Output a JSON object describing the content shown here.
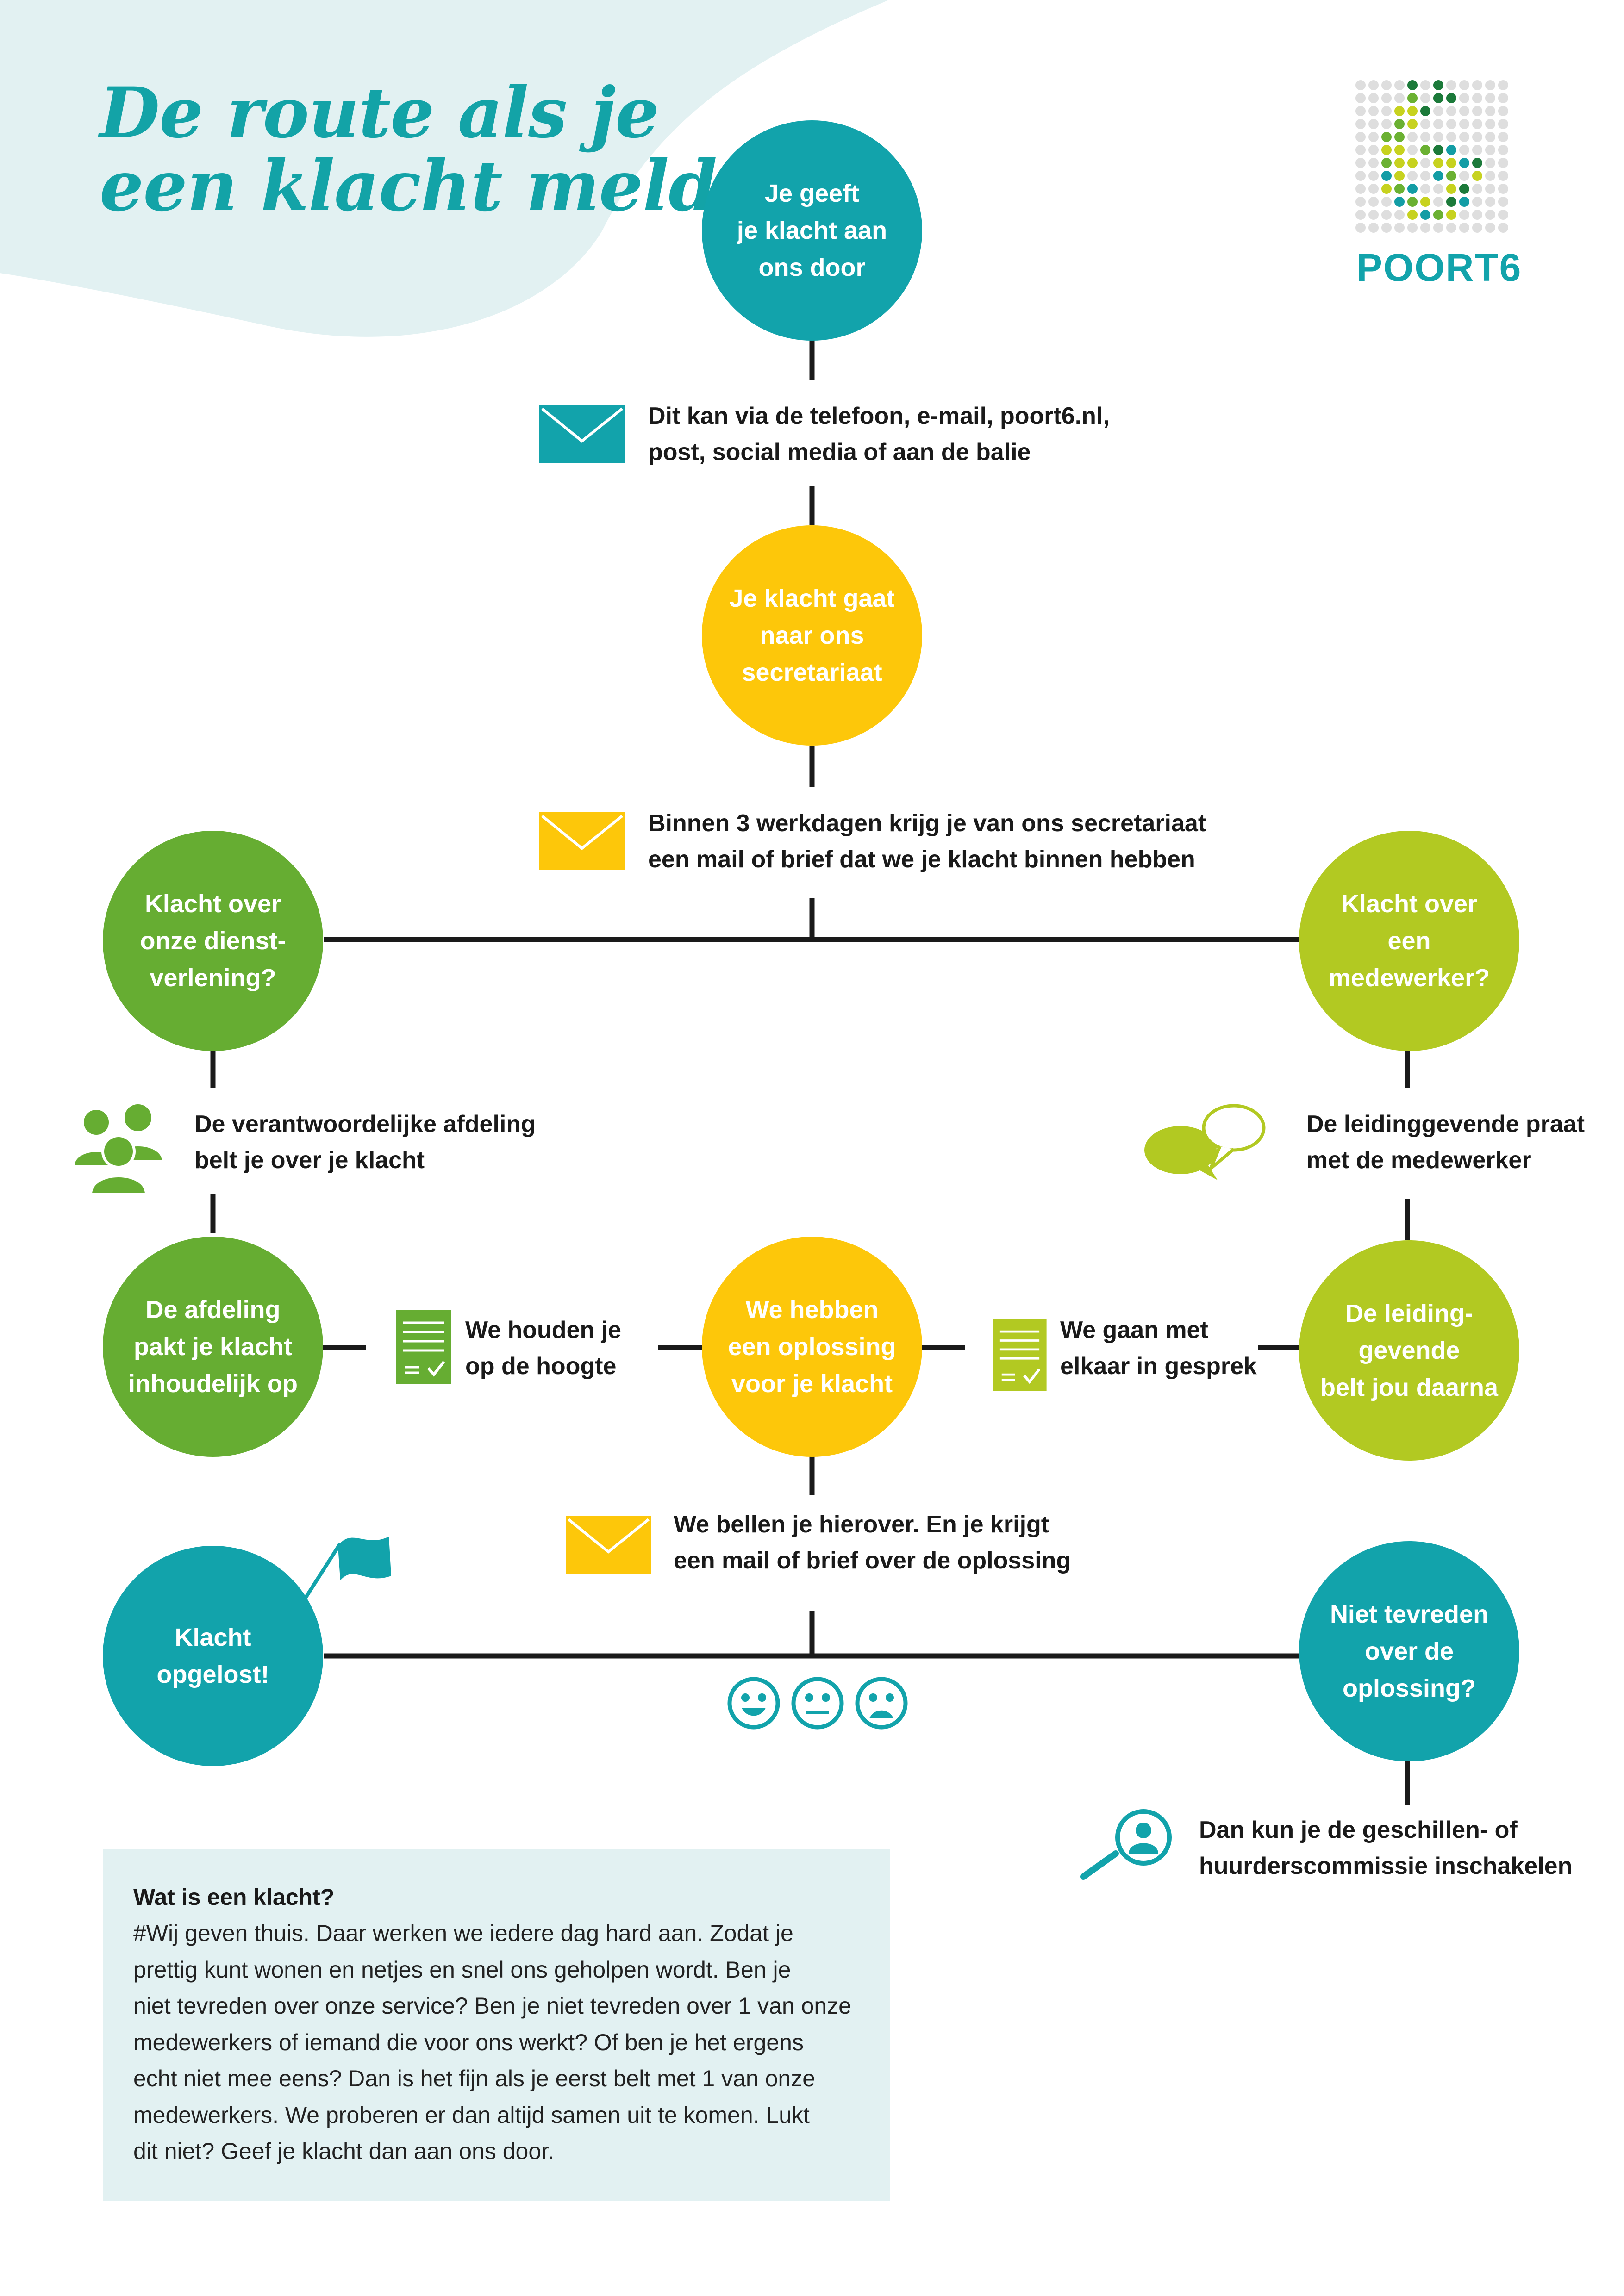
{
  "title": {
    "line1": "De route als je",
    "line2": "een klacht meldt"
  },
  "logo": {
    "name": "POORT6",
    "dot_colors": [
      "#dedede",
      "#c7d21f",
      "#6bb132",
      "#139da5",
      "#1c7a3a"
    ]
  },
  "colors": {
    "teal": "#12a3ab",
    "yellow": "#fdc70a",
    "green": "#66ad32",
    "lime": "#b2c922",
    "line": "#1a1a1a",
    "info_bg": "#e2f1f2"
  },
  "nodes": {
    "start": "Je geeft\nje klacht aan\nons door",
    "secretariaat": "Je klacht gaat\nnaar ons\nsecretariaat",
    "dienstverlening": "Klacht over\nonze dienst-\nverlening?",
    "medewerker": "Klacht over\neen\nmedewerker?",
    "afdeling": "De afdeling\npakt je klacht\ninhoudelijk op",
    "oplossing": "We hebben\neen oplossing\nvoor je klacht",
    "leidinggevende": "De leiding-\ngevende\nbelt jou daarna",
    "opgelost": "Klacht\nopgelost!",
    "niet_tevreden": "Niet tevreden\nover de\noplossing?"
  },
  "steps": {
    "contact": "Dit kan via de telefoon, e-mail, poort6.nl,\npost, social media of aan de balie",
    "bevestiging": "Binnen 3 werkdagen krijg je van ons secretariaat\neen mail of brief dat we je klacht binnen hebben",
    "afdeling_belt": "De verantwoordelijke afdeling\nbelt je over je klacht",
    "leiding_praat": "De leidinggevende praat\nmet de medewerker",
    "hoogte": "We houden je\nop de hoogte",
    "gesprek": "We gaan met\nelkaar in gesprek",
    "bellen": "We bellen je hierover. En je krijgt\neen mail of brief over de oplossing",
    "commissie": "Dan kun je de geschillen- of\nhuurderscommissie inschakelen"
  },
  "icons": {
    "mail_1": "envelope-icon",
    "mail_2": "envelope-icon",
    "mail_3": "envelope-icon",
    "people": "people-group-icon",
    "chat": "speech-bubbles-icon",
    "doc_1": "document-check-icon",
    "doc_2": "document-check-icon",
    "flag": "flag-icon",
    "faces": [
      "happy-face-icon",
      "neutral-face-icon",
      "sad-face-icon"
    ],
    "search": "magnifier-person-icon"
  },
  "info": {
    "title": "Wat is een klacht?",
    "body": "#Wij geven thuis. Daar werken we iedere dag hard aan. Zodat je\nprettig kunt wonen en netjes en snel ons geholpen wordt. Ben je\nniet tevreden over onze service? Ben je niet tevreden over 1 van onze\nmedewerkers of iemand die voor ons werkt? Of ben je het ergens\necht niet mee eens? Dan is het fijn als je eerst belt met 1 van onze\nmedewerkers. We proberen er dan altijd samen uit te komen. Lukt\ndit niet? Geef je klacht dan aan ons door."
  }
}
